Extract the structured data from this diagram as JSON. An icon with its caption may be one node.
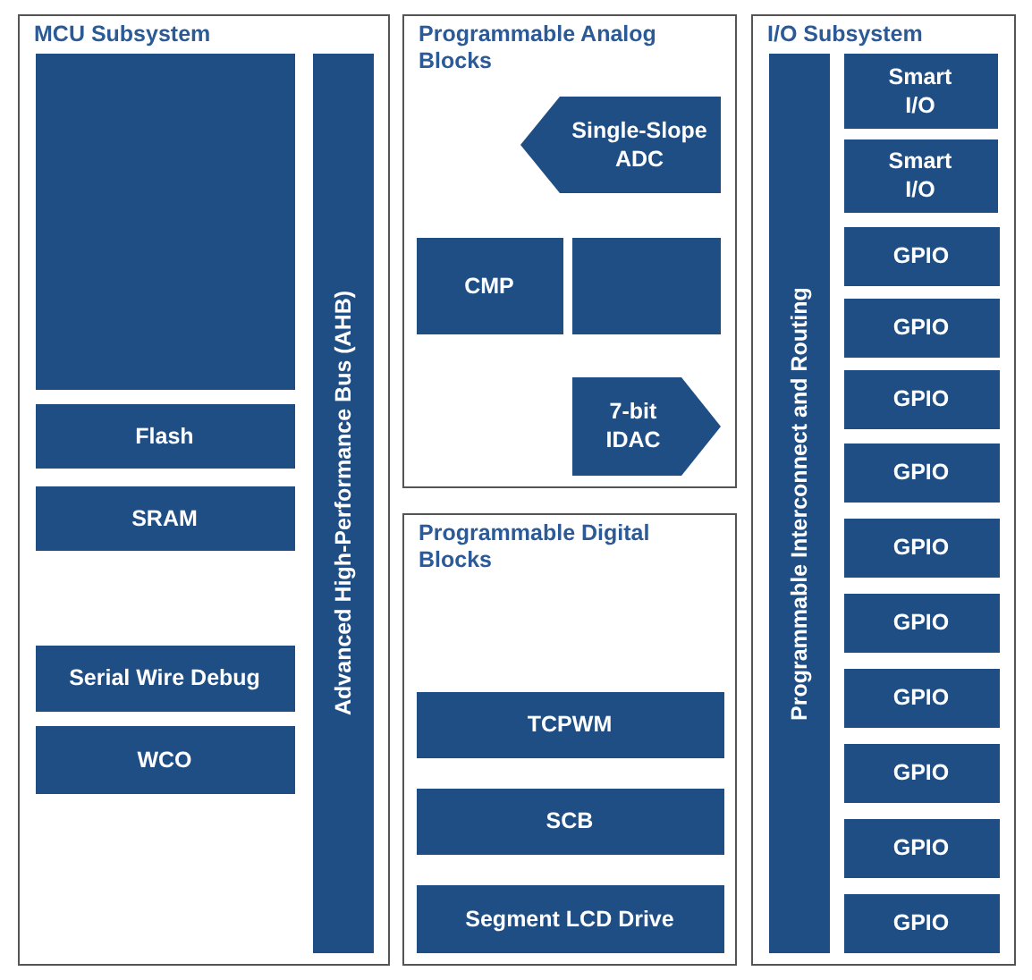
{
  "diagram": {
    "nodes": [
      {
        "text": [
          "MCU Subsystem"
        ]
      },
      {
        "text": [],
        "shape": "box",
        "in": 0
      },
      {
        "text": [
          "Flash"
        ],
        "in": 0
      },
      {
        "text": [
          "SRAM"
        ],
        "in": 0
      },
      {
        "text": [
          "Serial Wire Debug"
        ],
        "in": 0
      },
      {
        "text": [
          "WCO"
        ],
        "in": 0
      },
      {
        "text": [
          "Advanced High-Performance Bus (AHB)"
        ],
        "in": 0
      },
      {
        "text": [
          "Programmable Analog Blocks"
        ]
      },
      {
        "text": [
          "Single-Slope ADC"
        ],
        "in": 7
      },
      {
        "text": [
          "CMP"
        ],
        "in": 7
      },
      {
        "text": [],
        "shape": "box",
        "in": 7
      },
      {
        "text": [
          "7-bit IDAC"
        ],
        "in": 7
      },
      {
        "text": [
          "Programmable Digital Blocks"
        ]
      },
      {
        "text": [
          "TCPWM"
        ],
        "in": 12
      },
      {
        "text": [
          "SCB"
        ],
        "in": 12
      },
      {
        "text": [
          "Segment LCD Drive"
        ],
        "in": 12
      },
      {
        "text": [
          "I/O Subsystem"
        ]
      },
      {
        "text": [
          "Programmable Interconnect and Routing"
        ],
        "in": 16
      },
      {
        "text": [
          "Smart I/O"
        ],
        "in": 16
      },
      {
        "text": [
          "Smart I/O"
        ],
        "in": 16
      },
      {
        "text": [
          "GPIO"
        ],
        "in": 16
      },
      {
        "text": [
          "GPIO"
        ],
        "in": 16
      },
      {
        "text": [
          "GPIO"
        ],
        "in": 16
      },
      {
        "text": [
          "GPIO"
        ],
        "in": 16
      },
      {
        "text": [
          "GPIO"
        ],
        "in": 16
      },
      {
        "text": [
          "GPIO"
        ],
        "in": 16
      },
      {
        "text": [
          "GPIO"
        ],
        "in": 16
      },
      {
        "text": [
          "GPIO"
        ],
        "in": 16
      },
      {
        "text": [
          "GPIO"
        ],
        "in": 16
      },
      {
        "text": [
          "GPIO"
        ],
        "in": 16
      }
    ],
    "edges": []
  }
}
